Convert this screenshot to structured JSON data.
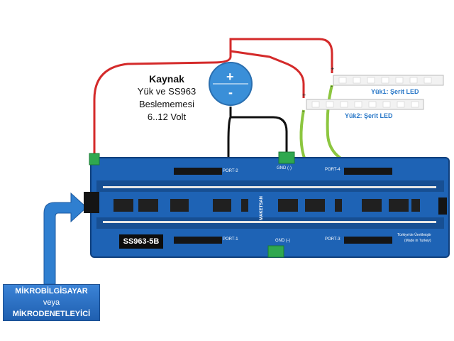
{
  "source": {
    "title": "Kaynak",
    "line1": "Yük ve SS963",
    "line2": "Beslememesi",
    "line3": "6..12 Volt",
    "plus": "+",
    "minus": "-"
  },
  "led1": {
    "label": "Yük1: Şerit LED",
    "plus": "+",
    "minus": "-"
  },
  "led2": {
    "label": "Yük2: Şerit LED",
    "plus": "+",
    "minus": "-"
  },
  "board": {
    "name": "SS963-5B",
    "port1": "PORT-1",
    "port2": "PORT-2",
    "port3": "PORT-3",
    "port4": "PORT-4",
    "gnd_top": "GND (-)",
    "gnd_bottom": "GND (-)",
    "brand": "MAKETSAN",
    "made_line1": "Türkiye'de Üretilmiştir",
    "made_line2": "(Made in Turkey)"
  },
  "mcu": {
    "line1": "MİKROBİLGİSAYAR",
    "line2": "veya",
    "line3": "MİKRODENETLEYİCİ"
  },
  "colors": {
    "board": "#1e63b5",
    "wire_red": "#d42a2a",
    "wire_black": "#111111",
    "wire_green": "#8cc63f",
    "terminal": "#2fa84f",
    "source": "#3a8fd8"
  }
}
